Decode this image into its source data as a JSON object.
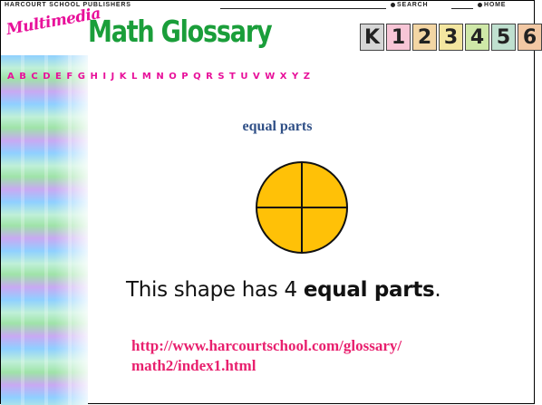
{
  "header": {
    "publisher": "HARCOURT SCHOOL PUBLISHERS",
    "search_label": "SEARCH",
    "home_label": "HOME"
  },
  "logo": {
    "multimedia": "Multimedia",
    "title": "Math Glossary"
  },
  "grades": [
    "K",
    "1",
    "2",
    "3",
    "4",
    "5",
    "6"
  ],
  "active_grade": "1",
  "alphabet": [
    "A",
    "B",
    "C",
    "D",
    "E",
    "F",
    "G",
    "H",
    "I",
    "J",
    "K",
    "L",
    "M",
    "N",
    "O",
    "P",
    "Q",
    "R",
    "S",
    "T",
    "U",
    "V",
    "W",
    "X",
    "Y",
    "Z"
  ],
  "main": {
    "term": "equal parts",
    "sentence_prefix": "This shape has 4 ",
    "sentence_bold": "equal parts",
    "sentence_suffix": ".",
    "url_line1": "http://www.harcourtschool.com/glossary/",
    "url_line2": "math2/index1.html"
  },
  "colors": {
    "title_green": "#1a9e3a",
    "accent_pink": "#e8109a",
    "term_blue": "#2f4f86",
    "circle_fill": "#ffc107"
  },
  "illustration": {
    "shape": "circle",
    "parts": 4
  }
}
